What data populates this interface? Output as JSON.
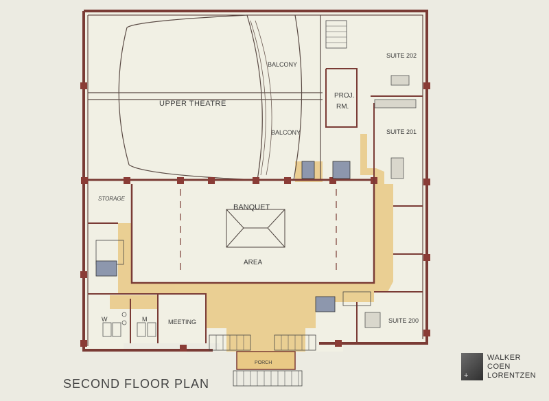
{
  "plan": {
    "title": "SECOND FLOOR PLAN",
    "rooms": {
      "balcony_top": "BALCONY",
      "balcony_bottom": "BALCONY",
      "upper_theatre": "UPPER THEATRE",
      "proj_rm_1": "PROJ.",
      "proj_rm_2": "RM.",
      "suite_202": "SUITE 202",
      "suite_201": "SUITE 201",
      "suite_200": "SUITE 200",
      "storage": "STORAGE",
      "banquet": "BANQUET",
      "area": "AREA",
      "meeting": "MEETING",
      "restroom_w": "W",
      "restroom_m": "M",
      "porch": "PORCH"
    }
  },
  "logo": {
    "line1": "WALKER",
    "line2": "COEN",
    "line3": "LORENTZEN"
  },
  "colors": {
    "wall": "#7a3b35",
    "corridor": "#e9c985",
    "stair_blue": "#8d97ad",
    "paper": "#ecebe2"
  }
}
